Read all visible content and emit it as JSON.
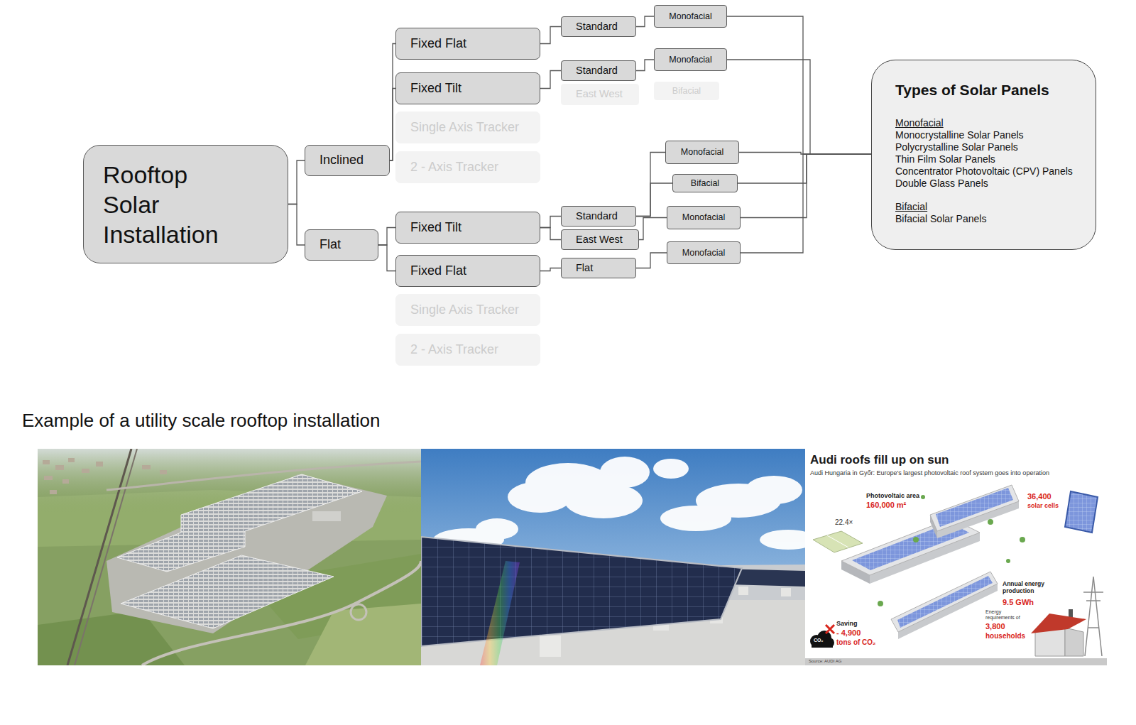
{
  "diagram": {
    "nodes": [
      {
        "text": [
          "Rooftop Solar Installation"
        ]
      },
      {
        "text": [
          "Inclined"
        ]
      },
      {
        "text": [
          "Flat"
        ]
      },
      {
        "text": [
          "Fixed Flat"
        ]
      },
      {
        "text": [
          "Fixed Tilt"
        ]
      },
      {
        "text": [
          "Single Axis Tracker"
        ]
      },
      {
        "text": [
          "2 - Axis Tracker"
        ]
      },
      {
        "text": [
          "Fixed Tilt"
        ]
      },
      {
        "text": [
          "Fixed Flat"
        ]
      },
      {
        "text": [
          "Single Axis Tracker"
        ]
      },
      {
        "text": [
          "2 - Axis Tracker"
        ]
      },
      {
        "text": [
          "Standard"
        ]
      },
      {
        "text": [
          "Standard"
        ]
      },
      {
        "text": [
          "East West"
        ]
      },
      {
        "text": [
          "Standard"
        ]
      },
      {
        "text": [
          "East West"
        ]
      },
      {
        "text": [
          "Flat"
        ]
      },
      {
        "text": [
          "Monofacial"
        ]
      },
      {
        "text": [
          "Monofacial"
        ]
      },
      {
        "text": [
          "Bifacial"
        ]
      },
      {
        "text": [
          "Monofacial"
        ]
      },
      {
        "text": [
          "Bifacial"
        ]
      },
      {
        "text": [
          "Monofacial"
        ]
      },
      {
        "text": [
          "Monofacial"
        ]
      },
      {
        "text": [
          "Types of Solar Panels",
          "Monofacial",
          "Monocrystalline Solar Panels",
          "Polycrystalline Solar Panels",
          "Thin Film Solar Panels",
          "Concentrator Photovoltaic (CPV) Panels",
          "Double Glass Panels",
          "Bifacial",
          "Bifacial Solar Panels"
        ]
      }
    ],
    "edges": [
      {
        "from": 0,
        "to": 1,
        "arrow": "none"
      },
      {
        "from": 0,
        "to": 2,
        "arrow": "none"
      },
      {
        "from": 1,
        "to": 3,
        "arrow": "none"
      },
      {
        "from": 1,
        "to": 4,
        "arrow": "none"
      },
      {
        "from": 2,
        "to": 7,
        "arrow": "none"
      },
      {
        "from": 2,
        "to": 8,
        "arrow": "none"
      },
      {
        "from": 3,
        "to": 11,
        "arrow": "none"
      },
      {
        "from": 4,
        "to": 12,
        "arrow": "none"
      },
      {
        "from": 7,
        "to": 14,
        "arrow": "none"
      },
      {
        "from": 7,
        "to": 15,
        "arrow": "none"
      },
      {
        "from": 8,
        "to": 16,
        "arrow": "none"
      },
      {
        "from": 11,
        "to": 17,
        "arrow": "none"
      },
      {
        "from": 12,
        "to": 18,
        "arrow": "none"
      },
      {
        "from": 14,
        "to": 20,
        "arrow": "none"
      },
      {
        "from": 14,
        "to": 21,
        "arrow": "none"
      },
      {
        "from": 15,
        "to": 22,
        "arrow": "none"
      },
      {
        "from": 16,
        "to": 23,
        "arrow": "none"
      },
      {
        "from": 17,
        "to": 24,
        "arrow": "none"
      },
      {
        "from": 18,
        "to": 24,
        "arrow": "none"
      },
      {
        "from": 20,
        "to": 24,
        "arrow": "none"
      },
      {
        "from": 21,
        "to": 24,
        "arrow": "none"
      },
      {
        "from": 22,
        "to": 24,
        "arrow": "none"
      },
      {
        "from": 23,
        "to": 24,
        "arrow": "none"
      }
    ],
    "labels": [
      "Example of a utility scale rooftop installation",
      "Audi roofs fill up on sun",
      "Audi Hungaria in Győr: Europe's largest photovoltaic roof system goes into operation",
      "Photovoltaic area",
      "160,000 m²",
      "22.4×",
      "36,400",
      "solar cells",
      "Annual energy production",
      "9.5 GWh",
      "Energy requirements of",
      "3,800",
      "households",
      "Saving",
      "- 4,900",
      "tons of CO₂",
      "CO₂",
      "Source: AUDI AG"
    ]
  }
}
